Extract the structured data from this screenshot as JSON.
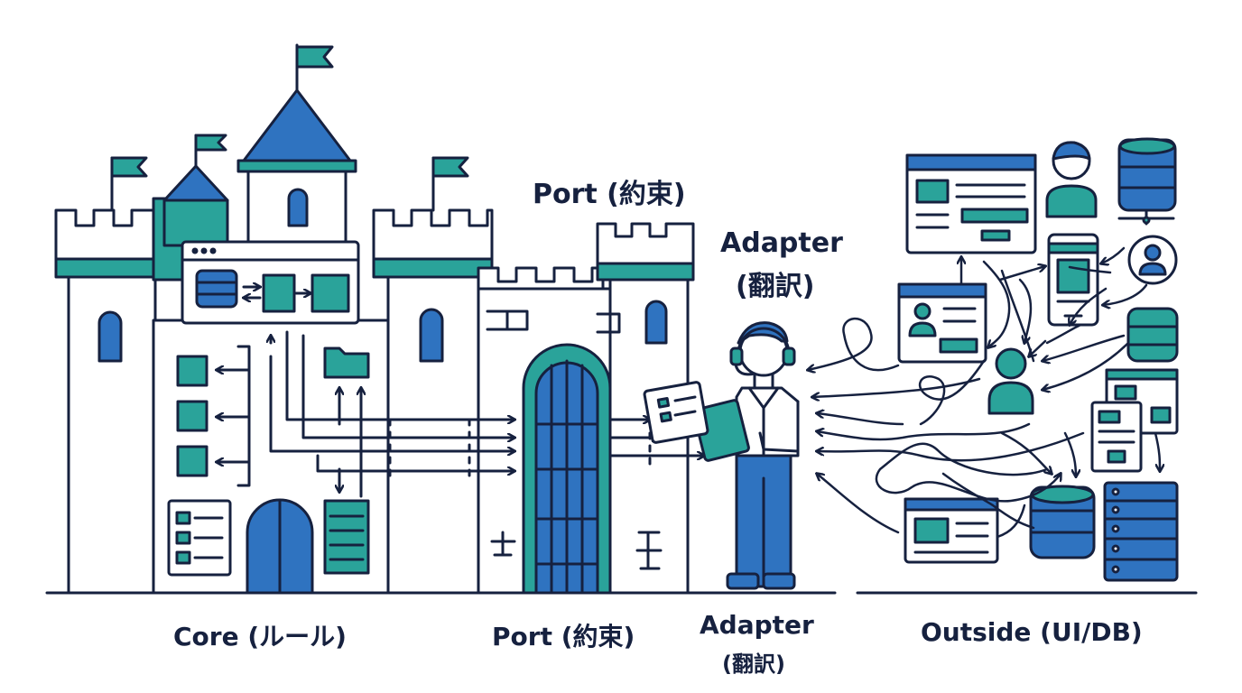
{
  "labels": {
    "port_top": "Port (約束)",
    "adapter_top_1": "Adapter",
    "adapter_top_2": "(翻訳)",
    "core": "Core (ルール)",
    "port_bottom": "Port (約束)",
    "adapter_bottom_1": "Adapter",
    "adapter_bottom_2": "(翻訳)",
    "outside": "Outside (UI/DB)"
  },
  "colors": {
    "outline": "#16213f",
    "teal": "#2aa39a",
    "blue": "#2f73c0",
    "white": "#ffffff"
  },
  "icons": [
    "castle-icon",
    "flag-icon",
    "database-icon",
    "folder-icon",
    "document-icon",
    "gate-icon",
    "adapter-person-icon",
    "tablet-icon",
    "browser-window-icon",
    "user-icon",
    "phone-icon",
    "server-icon",
    "user-circle-icon"
  ]
}
